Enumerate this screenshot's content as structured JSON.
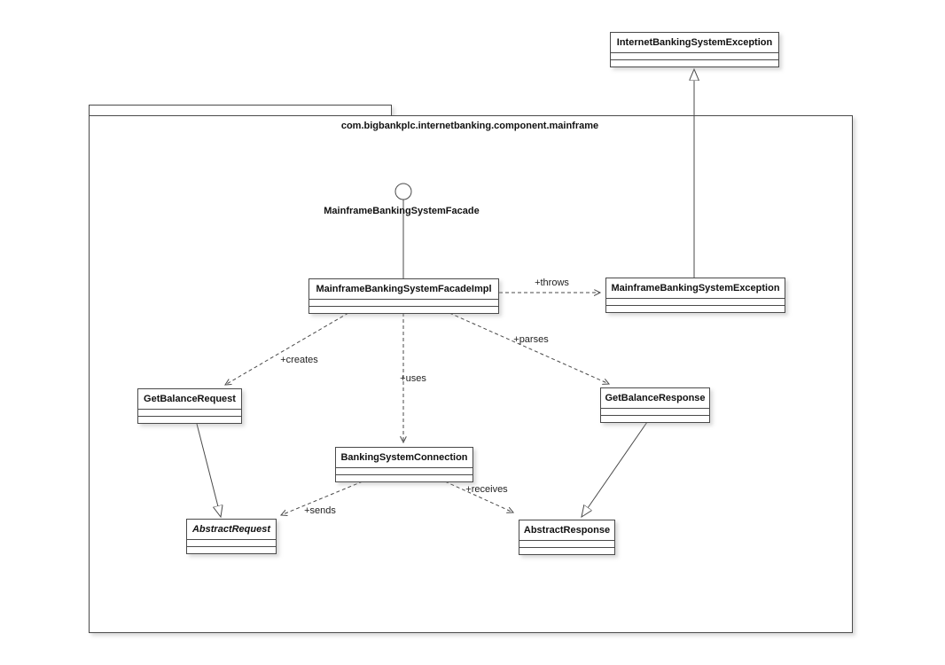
{
  "diagram": {
    "package": {
      "title": "com.bigbankplc.internetbanking.component.mainframe"
    },
    "interface": {
      "label": "MainframeBankingSystemFacade",
      "notation": "lollipop"
    },
    "classes": [
      {
        "id": "internet-banking-system-exception",
        "name": "InternetBankingSystemException",
        "abstract": false
      },
      {
        "id": "mainframe-banking-system-facade-impl",
        "name": "MainframeBankingSystemFacadeImpl",
        "abstract": false
      },
      {
        "id": "mainframe-banking-system-exception",
        "name": "MainframeBankingSystemException",
        "abstract": false
      },
      {
        "id": "get-balance-request",
        "name": "GetBalanceRequest",
        "abstract": false
      },
      {
        "id": "get-balance-response",
        "name": "GetBalanceResponse",
        "abstract": false
      },
      {
        "id": "banking-system-connection",
        "name": "BankingSystemConnection",
        "abstract": false
      },
      {
        "id": "abstract-request",
        "name": "AbstractRequest",
        "abstract": true
      },
      {
        "id": "abstract-response",
        "name": "AbstractResponse",
        "abstract": false
      }
    ],
    "relationships": [
      {
        "label": "+throws",
        "type": "dependency",
        "from": "MainframeBankingSystemFacadeImpl",
        "to": "MainframeBankingSystemException"
      },
      {
        "label": "+creates",
        "type": "dependency",
        "from": "MainframeBankingSystemFacadeImpl",
        "to": "GetBalanceRequest"
      },
      {
        "label": "+uses",
        "type": "dependency",
        "from": "MainframeBankingSystemFacadeImpl",
        "to": "BankingSystemConnection"
      },
      {
        "label": "+parses",
        "type": "dependency",
        "from": "MainframeBankingSystemFacadeImpl",
        "to": "GetBalanceResponse"
      },
      {
        "label": "+sends",
        "type": "dependency",
        "from": "BankingSystemConnection",
        "to": "AbstractRequest"
      },
      {
        "label": "+receives",
        "type": "dependency",
        "from": "BankingSystemConnection",
        "to": "AbstractResponse"
      },
      {
        "label": "",
        "type": "generalization",
        "from": "MainframeBankingSystemException",
        "to": "InternetBankingSystemException"
      },
      {
        "label": "",
        "type": "generalization",
        "from": "GetBalanceRequest",
        "to": "AbstractRequest"
      },
      {
        "label": "",
        "type": "generalization",
        "from": "GetBalanceResponse",
        "to": "AbstractResponse"
      },
      {
        "label": "",
        "type": "realization-line",
        "from": "MainframeBankingSystemFacadeImpl",
        "to": "MainframeBankingSystemFacade"
      }
    ],
    "colors": {
      "line": "#4a4a4a",
      "text": "#111111",
      "fill": "#ffffff"
    }
  }
}
